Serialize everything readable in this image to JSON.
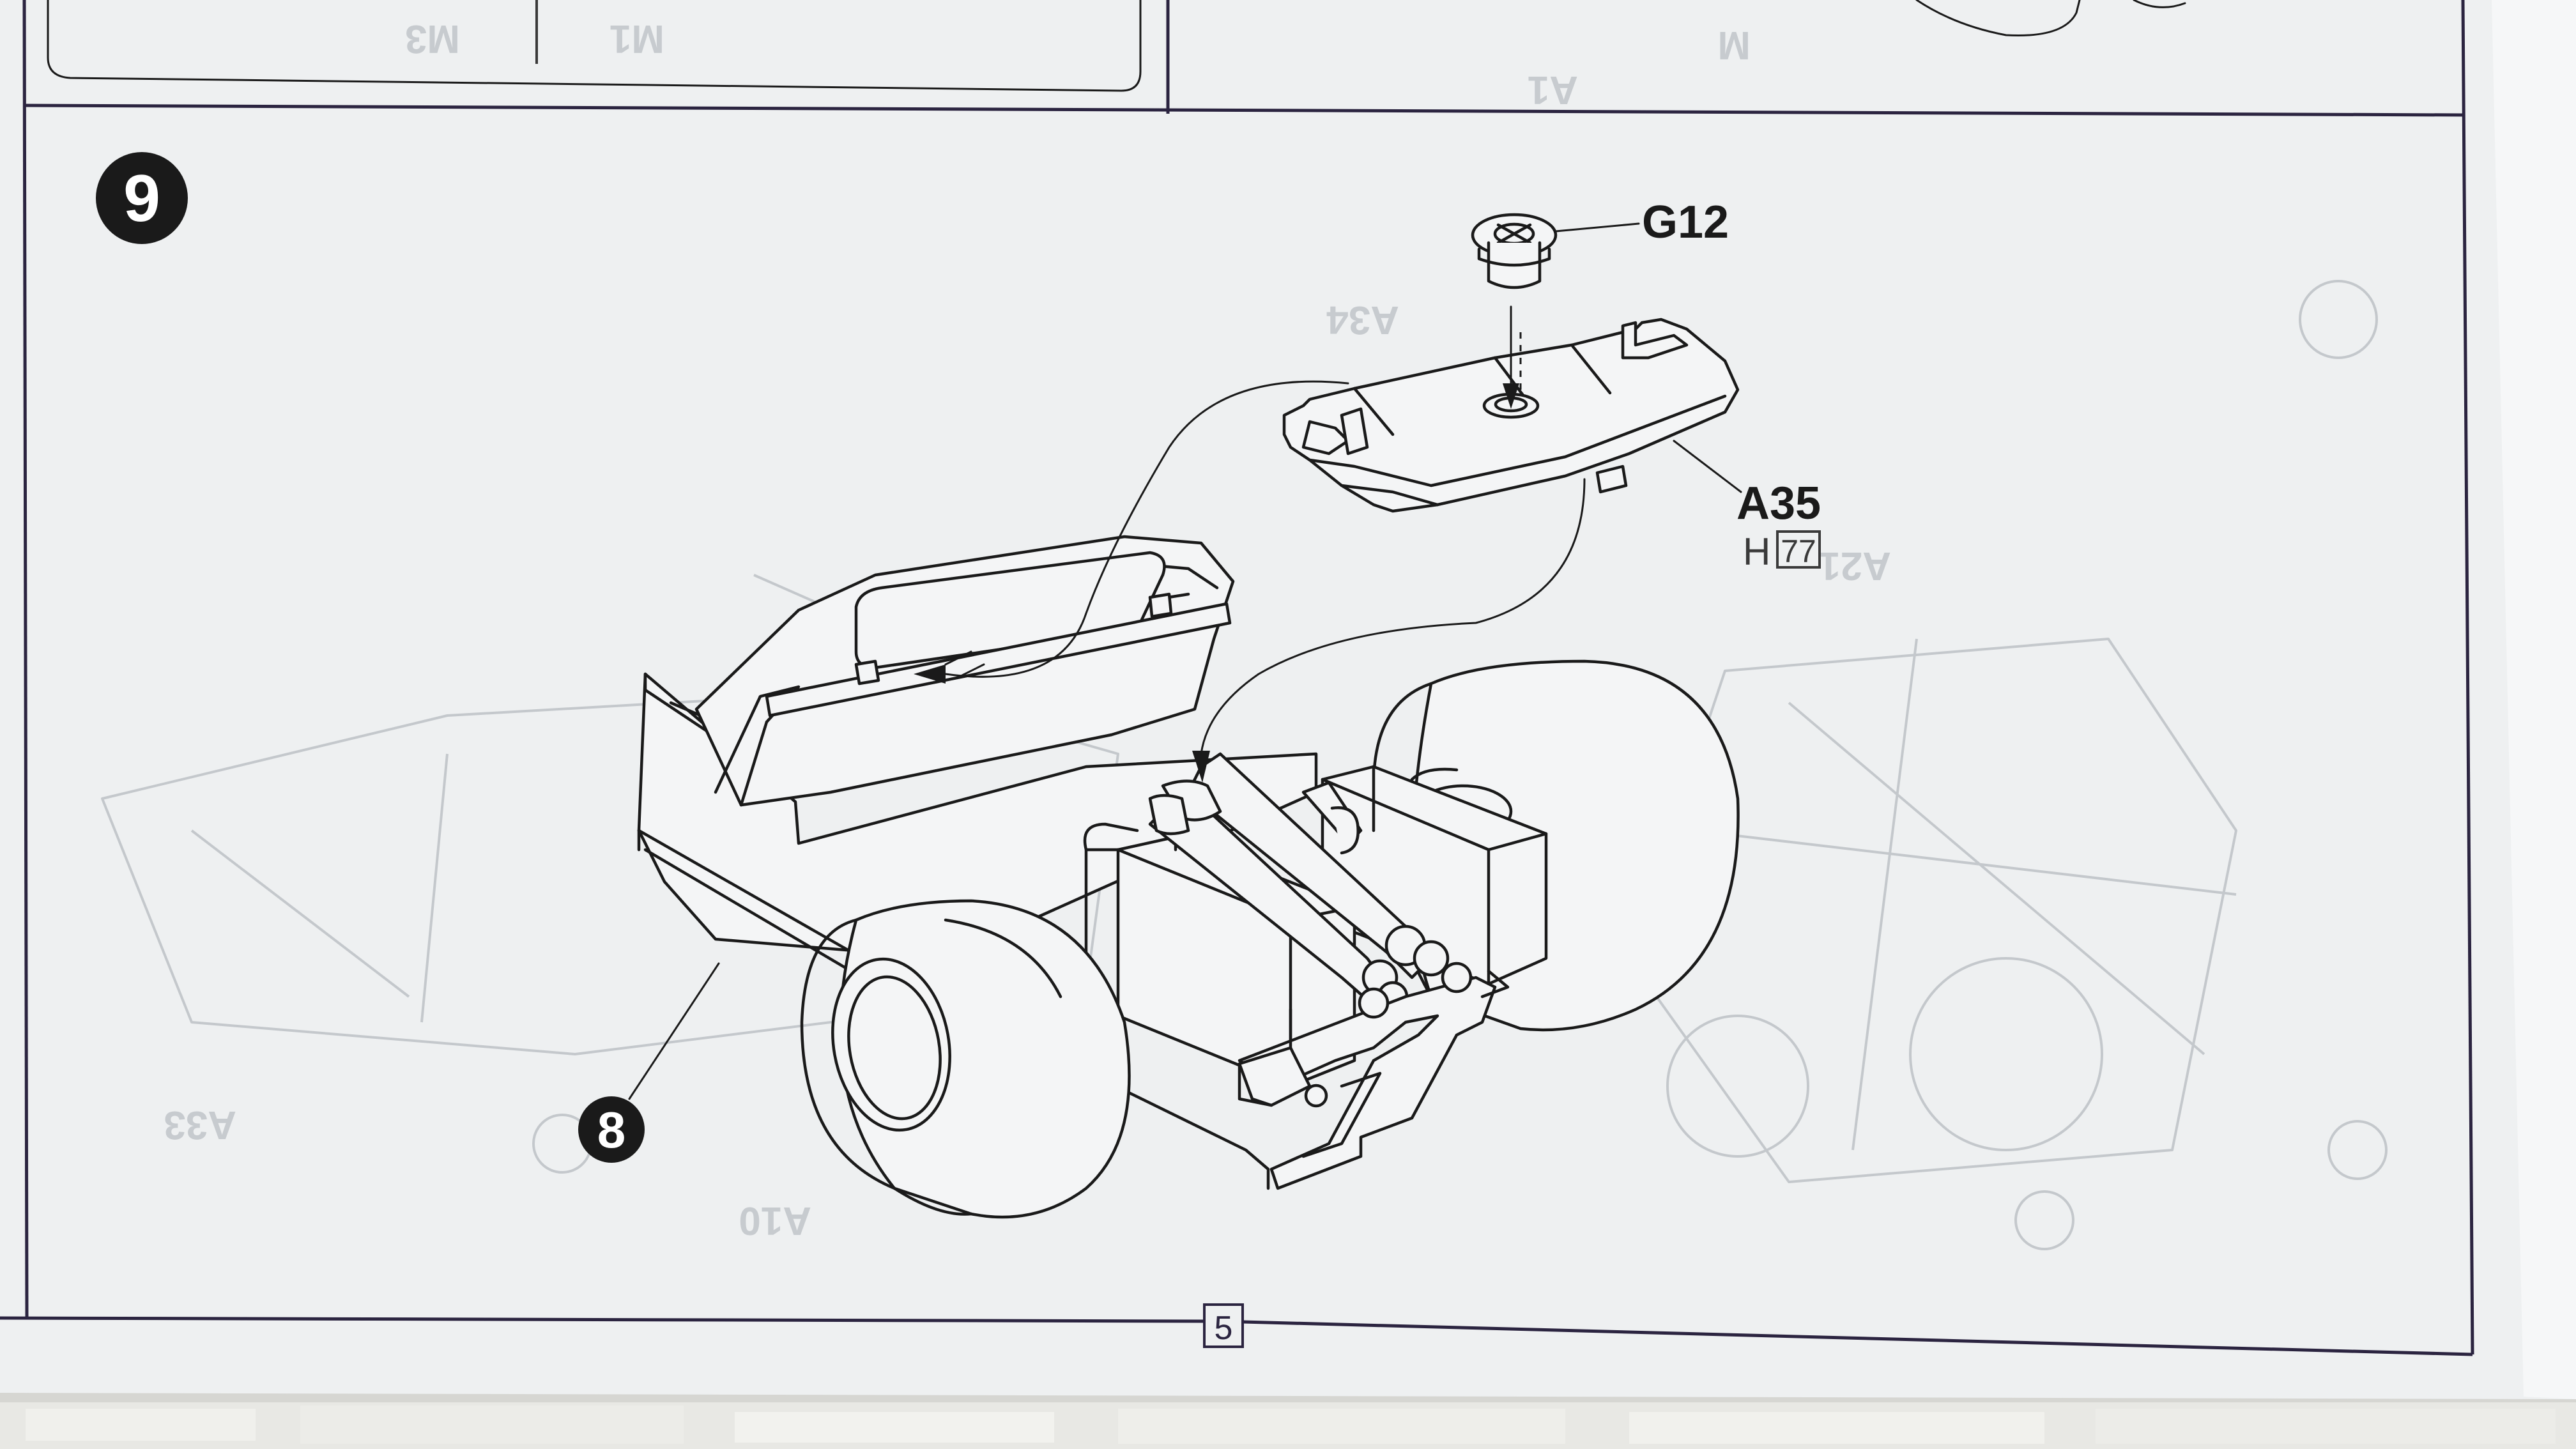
{
  "step": {
    "number": "9"
  },
  "parts": {
    "g12": {
      "label": "G12"
    },
    "a35": {
      "label": "A35",
      "paint_prefix": "H",
      "paint_code": "77"
    }
  },
  "sub_assembly": {
    "number": "8"
  },
  "page": {
    "number": "5"
  },
  "colors": {
    "paper": "#eef0f1",
    "ink": "#1a1a1a",
    "table": "#dcdcd8"
  }
}
